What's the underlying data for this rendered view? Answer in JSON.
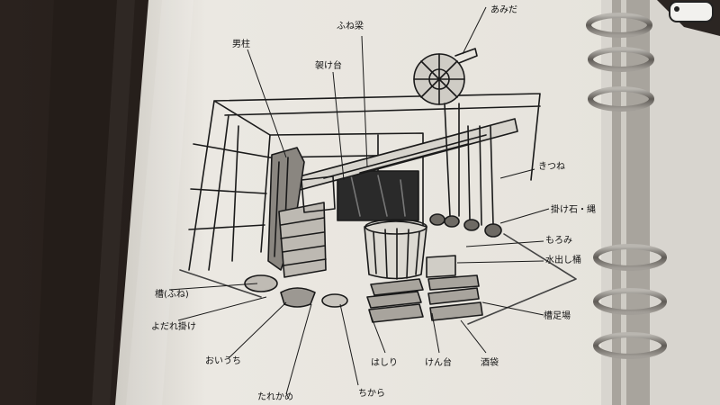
{
  "labels": {
    "amida": "あみだ",
    "funabari": "ふね梁",
    "otokobashira": "男柱",
    "kesadai": "袈け台",
    "kitsune": "きつね",
    "kakeishi": "掛け石・縄",
    "moromi": "もろみ",
    "mizudashi": "水出し桶",
    "fune_left": "槽(ふね)",
    "yodaregake": "よだれ掛け",
    "oiuchi": "おいうち",
    "tarekame": "たれかめ",
    "chikara": "ちから",
    "hashiri": "はしり",
    "kendai": "けん台",
    "sakabukuro": "酒袋",
    "funeashiba": "槽足場"
  },
  "colors": {
    "paper": "#e9e6df",
    "ink": "#1a1a1a",
    "background": "#1e1815",
    "ring_metal": "#8a8680"
  }
}
